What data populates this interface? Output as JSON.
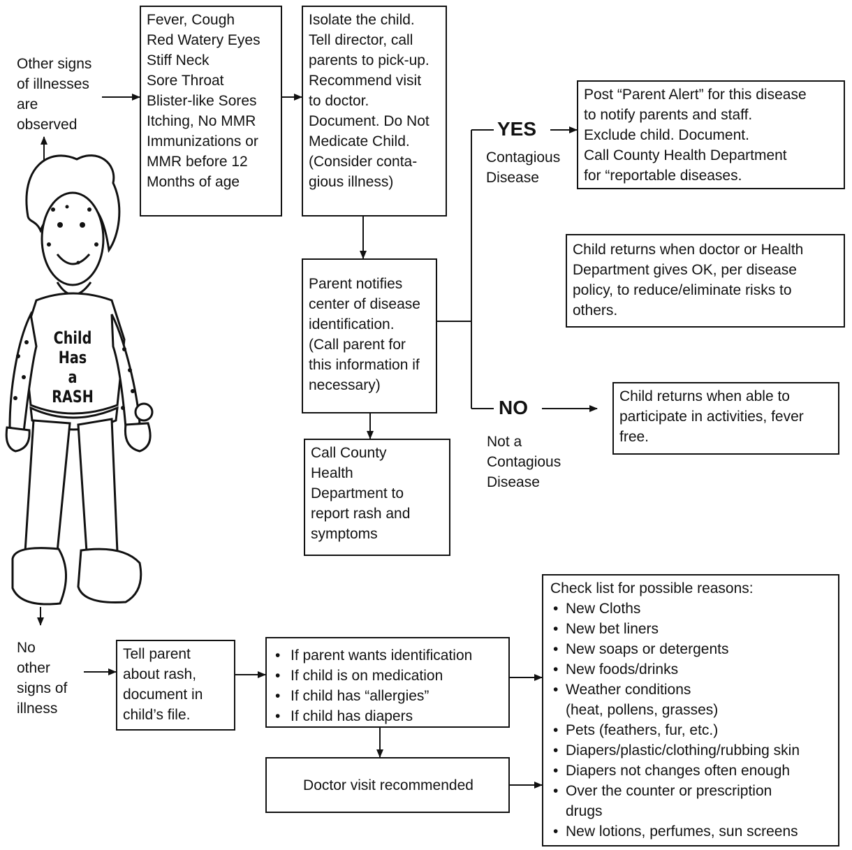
{
  "other_signs_label": [
    "Other signs",
    "of illnesses",
    "are",
    "observed"
  ],
  "no_other_signs_label": [
    "No",
    "other",
    "signs of",
    "illness"
  ],
  "symptoms_box": [
    "Fever, Cough",
    "Red Watery Eyes",
    "Stiff Neck",
    "Sore Throat",
    "Blister-like Sores",
    "Itching, No MMR",
    "Immunizations or",
    "MMR before 12",
    "Months of age"
  ],
  "isolate_box": [
    "Isolate the child.",
    "Tell director, call",
    "parents to pick-up.",
    "Recommend visit",
    "to doctor.",
    "Document. Do Not",
    "Medicate Child.",
    "(Consider conta-",
    "gious illness)"
  ],
  "parent_notifies_box": [
    "Parent notifies",
    "center of disease",
    "identification.",
    "(Call parent for",
    "this information if",
    "necessary)"
  ],
  "call_county_box": [
    "Call County",
    "Health",
    "Department to",
    "report rash and",
    "symptoms"
  ],
  "yes_branch": {
    "label": "YES",
    "sub": [
      "Contagious",
      "Disease"
    ]
  },
  "no_branch": {
    "label": "NO",
    "sub": [
      "Not a",
      "Contagious",
      "Disease"
    ]
  },
  "parent_alert_box": [
    "Post “Parent Alert” for this disease",
    "to notify parents and staff.",
    "Exclude child. Document.",
    "Call County Health Department",
    "for “reportable diseases."
  ],
  "child_returns_ok_box": [
    "Child returns when doctor or Health",
    "Department gives OK, per disease",
    "policy, to reduce/eliminate risks to",
    "others."
  ],
  "child_returns_free_box": [
    "Child returns when able to",
    "participate in activities, fever",
    "free."
  ],
  "child_figure": {
    "shirt_text": [
      "Child",
      "Has",
      "a",
      "RASH"
    ]
  },
  "tell_parent_box": [
    "Tell parent",
    "about rash,",
    "document in",
    "child’s file."
  ],
  "conditions_box": [
    "If parent wants identification",
    "If child is on medication",
    "If child has “allergies”",
    "If child has diapers"
  ],
  "doctor_visit_box": "Doctor visit recommended",
  "checklist": {
    "title": "Check list for possible reasons:",
    "items": [
      [
        "New Cloths"
      ],
      [
        "New bet liners"
      ],
      [
        "New soaps or detergents"
      ],
      [
        "New foods/drinks"
      ],
      [
        "Weather conditions",
        "(heat, pollens, grasses)"
      ],
      [
        "Pets (feathers, fur, etc.)"
      ],
      [
        "Diapers/plastic/clothing/rubbing skin"
      ],
      [
        "Diapers not changes often enough"
      ],
      [
        "Over the counter or prescription",
        "drugs"
      ],
      [
        "New lotions, perfumes, sun screens"
      ]
    ]
  }
}
